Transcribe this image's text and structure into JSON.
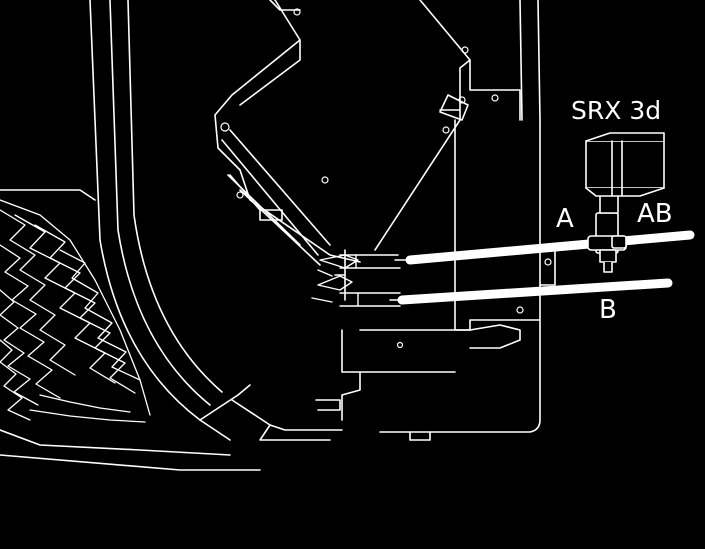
{
  "labels": {
    "valve_model": "SRX 3d",
    "port_a": "A",
    "port_ab": "AB",
    "port_b": "B"
  },
  "colors": {
    "background": "#000000",
    "line_art": "#ffffff"
  }
}
